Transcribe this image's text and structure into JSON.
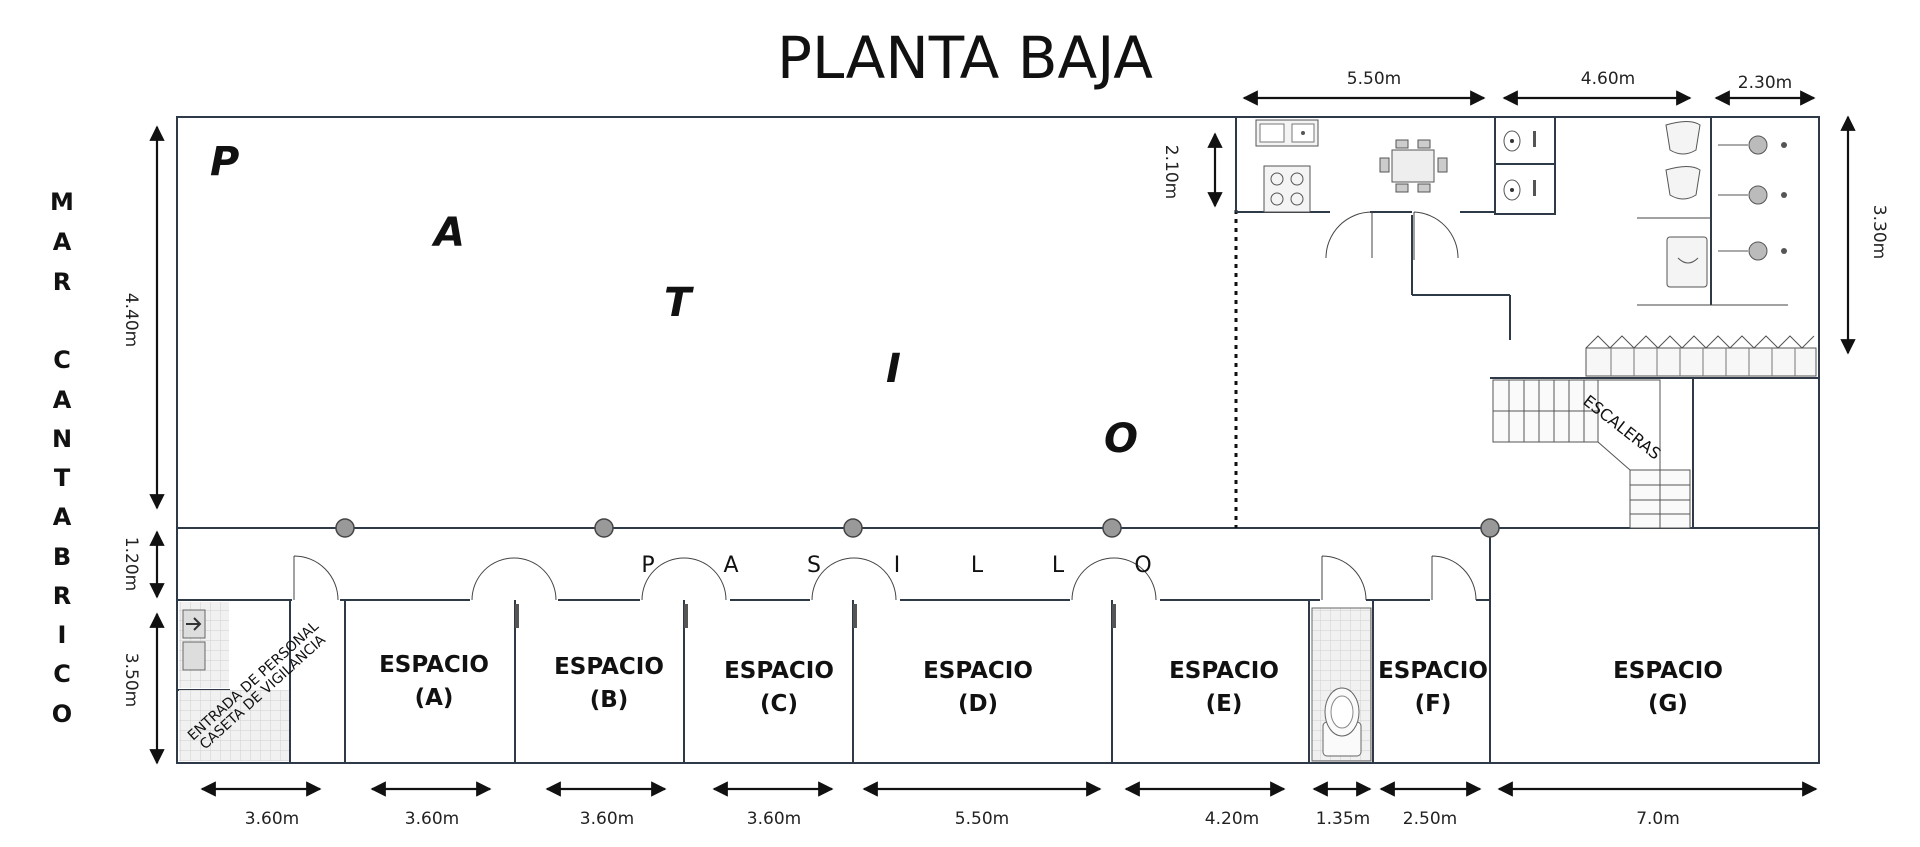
{
  "title": "PLANTA BAJA",
  "sea_label": [
    "M",
    "A",
    "R",
    "",
    "C",
    "A",
    "N",
    "T",
    "A",
    "B",
    "R",
    "I",
    "C",
    "O"
  ],
  "patio_letters": [
    "P",
    "A",
    "T",
    "I",
    "O"
  ],
  "pasillo_letters": [
    "P",
    "A",
    "S",
    "I",
    "L",
    "L",
    "O"
  ],
  "stairs_label": "ESCALERAS",
  "entrance_label_1": "ENTRADA DE PERSONAL",
  "entrance_label_2": "CASETA DE VIGILANCIA",
  "spaces": [
    {
      "name": "ESPACIO",
      "code": "(A)"
    },
    {
      "name": "ESPACIO",
      "code": "(B)"
    },
    {
      "name": "ESPACIO",
      "code": "(C)"
    },
    {
      "name": "ESPACIO",
      "code": "(D)"
    },
    {
      "name": "ESPACIO",
      "code": "(E)"
    },
    {
      "name": "ESPACIO",
      "code": "(F)"
    },
    {
      "name": "ESPACIO",
      "code": "(G)"
    }
  ],
  "dims_bottom": [
    "3.60m",
    "3.60m",
    "3.60m",
    "3.60m",
    "5.50m",
    "4.20m",
    "1.35m",
    "2.50m",
    "7.0m"
  ],
  "dims_top": [
    "5.50m",
    "4.60m",
    "2.30m"
  ],
  "dims_left": [
    "4.40m",
    "1.20m",
    "3.50m"
  ],
  "dim_kitchen": "2.10m",
  "dim_right": "3.30m"
}
